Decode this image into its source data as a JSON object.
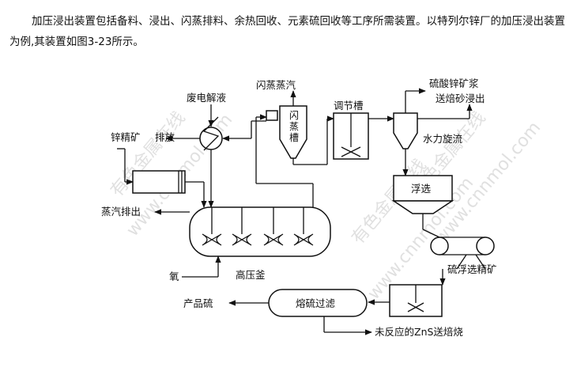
{
  "intro": {
    "text": "加压浸出装置包括备料、浸出、闪蒸排料、余热回收、元素硫回收等工序所需装置。以特列尔锌厂的加压浸出装置为例,其装置如图3-23所示。"
  },
  "diagram": {
    "labels": {
      "waste_electrolyte": "废电解液",
      "flash_steam": "闪蒸蒸汽",
      "flash_tank_1": "闪",
      "flash_tank_2": "蒸",
      "flash_tank_3": "槽",
      "conditioning_tank": "调节槽",
      "zinc_sulfate_slurry": "硫酸锌矿浆",
      "to_calcine_leach": "送焙砂浸出",
      "hydrocyclone": "水力旋流",
      "zinc_concentrate": "锌精矿",
      "discharge": "排放",
      "flotation": "浮选",
      "steam_exhaust": "蒸汽排出",
      "autoclave": "高压釜",
      "oxygen": "氧",
      "sulfur_flotation_concentrate": "硫浮选精矿",
      "product_sulfur": "产品硫",
      "molten_sulfur_filtration": "熔硫过滤",
      "unreacted_zns": "未反应的ZnS送焙烧"
    },
    "watermarks": [
      "有色金属在线",
      "www.cnnmol.com",
      "有色金属在线",
      "www.cnnmol.com",
      "有色金属在线",
      "www.cnnmol.com"
    ]
  }
}
